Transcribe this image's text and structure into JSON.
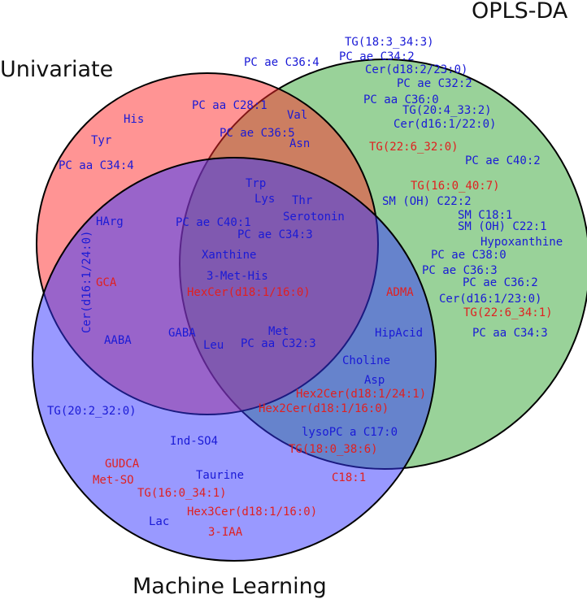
{
  "colors": {
    "blue_text": "#1a1ad6",
    "red_text": "#e02020",
    "univariate_fill": "#ff2a2a",
    "oplsda_fill": "#33a533",
    "ml_fill": "#3434ff",
    "outline": "#000000"
  },
  "sets": {
    "univariate": "Univariate",
    "oplsda": "OPLS-DA",
    "machine_learning": "Machine Learning"
  },
  "labels": [
    {
      "id": "tg-18-3-34-3",
      "text": "TG(18:3_34:3)",
      "color": "blue"
    },
    {
      "id": "pc-ae-c34-2",
      "text": "PC ae C34:2",
      "color": "blue"
    },
    {
      "id": "pc-ae-c36-4",
      "text": "PC ae C36:4",
      "color": "blue"
    },
    {
      "id": "cer-d18-2-23-0",
      "text": "Cer(d18:2/23:0)",
      "color": "blue"
    },
    {
      "id": "pc-ae-c32-2",
      "text": "PC ae C32:2",
      "color": "blue"
    },
    {
      "id": "pc-aa-c28-1",
      "text": "PC aa C28:1",
      "color": "blue"
    },
    {
      "id": "val",
      "text": "Val",
      "color": "blue"
    },
    {
      "id": "pc-aa-c36-0",
      "text": "PC aa C36:0",
      "color": "blue"
    },
    {
      "id": "tg-20-4-33-2",
      "text": "TG(20:4_33:2)",
      "color": "blue"
    },
    {
      "id": "his",
      "text": "His",
      "color": "blue"
    },
    {
      "id": "cer-d16-1-22-0",
      "text": "Cer(d16:1/22:0)",
      "color": "blue"
    },
    {
      "id": "pc-ae-c36-5",
      "text": "PC ae C36:5",
      "color": "blue"
    },
    {
      "id": "tyr",
      "text": "Tyr",
      "color": "blue"
    },
    {
      "id": "asn",
      "text": "Asn",
      "color": "blue"
    },
    {
      "id": "tg-22-6-32-0",
      "text": "TG(22:6_32:0)",
      "color": "red"
    },
    {
      "id": "pc-aa-c34-4",
      "text": "PC aa C34:4",
      "color": "blue"
    },
    {
      "id": "pc-ae-c40-2",
      "text": "PC ae C40:2",
      "color": "blue"
    },
    {
      "id": "trp",
      "text": "Trp",
      "color": "blue"
    },
    {
      "id": "tg-16-0-40-7",
      "text": "TG(16:0_40:7)",
      "color": "red"
    },
    {
      "id": "lys",
      "text": "Lys",
      "color": "blue"
    },
    {
      "id": "thr",
      "text": "Thr",
      "color": "blue"
    },
    {
      "id": "sm-oh-c22-2",
      "text": "SM (OH) C22:2",
      "color": "blue"
    },
    {
      "id": "serotonin",
      "text": "Serotonin",
      "color": "blue"
    },
    {
      "id": "harg",
      "text": "HArg",
      "color": "blue"
    },
    {
      "id": "pc-ae-c40-1",
      "text": "PC ae C40:1",
      "color": "blue"
    },
    {
      "id": "sm-c18-1",
      "text": "SM C18:1",
      "color": "blue"
    },
    {
      "id": "sm-oh-c22-1",
      "text": "SM (OH) C22:1",
      "color": "blue"
    },
    {
      "id": "pc-ae-c34-3",
      "text": "PC ae C34:3",
      "color": "blue"
    },
    {
      "id": "hypoxanthine",
      "text": "Hypoxanthine",
      "color": "blue"
    },
    {
      "id": "xanthine",
      "text": "Xanthine",
      "color": "blue"
    },
    {
      "id": "pc-ae-c38-0",
      "text": "PC ae C38:0",
      "color": "blue"
    },
    {
      "id": "pc-ae-c36-3",
      "text": "PC ae C36:3",
      "color": "blue"
    },
    {
      "id": "3-met-his",
      "text": "3-Met-His",
      "color": "blue"
    },
    {
      "id": "gca",
      "text": "GCA",
      "color": "red"
    },
    {
      "id": "pc-ae-c36-2",
      "text": "PC ae C36:2",
      "color": "blue"
    },
    {
      "id": "hexcer-d18-1-16-0",
      "text": "HexCer(d18:1/16:0)",
      "color": "red"
    },
    {
      "id": "adma",
      "text": "ADMA",
      "color": "red"
    },
    {
      "id": "cer-d16-1-23-0",
      "text": "Cer(d16:1/23:0)",
      "color": "blue"
    },
    {
      "id": "tg-22-6-34-1",
      "text": "TG(22:6_34:1)",
      "color": "red"
    },
    {
      "id": "pc-aa-c34-3",
      "text": "PC aa C34:3",
      "color": "blue"
    },
    {
      "id": "hipacid",
      "text": "HipAcid",
      "color": "blue"
    },
    {
      "id": "gaba",
      "text": "GABA",
      "color": "blue"
    },
    {
      "id": "met",
      "text": "Met",
      "color": "blue"
    },
    {
      "id": "aaba",
      "text": "AABA",
      "color": "blue"
    },
    {
      "id": "leu",
      "text": "Leu",
      "color": "blue"
    },
    {
      "id": "pc-aa-c32-3",
      "text": "PC aa C32:3",
      "color": "blue"
    },
    {
      "id": "choline",
      "text": "Choline",
      "color": "blue"
    },
    {
      "id": "asp",
      "text": "Asp",
      "color": "blue"
    },
    {
      "id": "hex2cer-d18-1-24-1",
      "text": "Hex2Cer(d18:1/24:1)",
      "color": "red"
    },
    {
      "id": "hex2cer-d18-1-16-0",
      "text": "Hex2Cer(d18:1/16:0)",
      "color": "red"
    },
    {
      "id": "tg-20-2-32-0",
      "text": "TG(20:2_32:0)",
      "color": "blue"
    },
    {
      "id": "lysopc-a-c17-0",
      "text": "lysoPC a C17:0",
      "color": "blue"
    },
    {
      "id": "ind-so4",
      "text": "Ind-SO4",
      "color": "blue"
    },
    {
      "id": "tg-18-0-38-6",
      "text": "TG(18:0_38:6)",
      "color": "red"
    },
    {
      "id": "gudca",
      "text": "GUDCA",
      "color": "red"
    },
    {
      "id": "taurine",
      "text": "Taurine",
      "color": "blue"
    },
    {
      "id": "c18-1",
      "text": "C18:1",
      "color": "red"
    },
    {
      "id": "met-so",
      "text": "Met-SO",
      "color": "red"
    },
    {
      "id": "tg-16-0-34-1",
      "text": "TG(16:0_34:1)",
      "color": "red"
    },
    {
      "id": "hex3cer-d18-1-16-0",
      "text": "Hex3Cer(d18:1/16:0)",
      "color": "red"
    },
    {
      "id": "lac",
      "text": "Lac",
      "color": "blue"
    },
    {
      "id": "3-iaa",
      "text": "3-IAA",
      "color": "red"
    },
    {
      "id": "cer-d16-1-24-0",
      "text": "Cer(d16:1/24:0)",
      "color": "blue"
    }
  ]
}
